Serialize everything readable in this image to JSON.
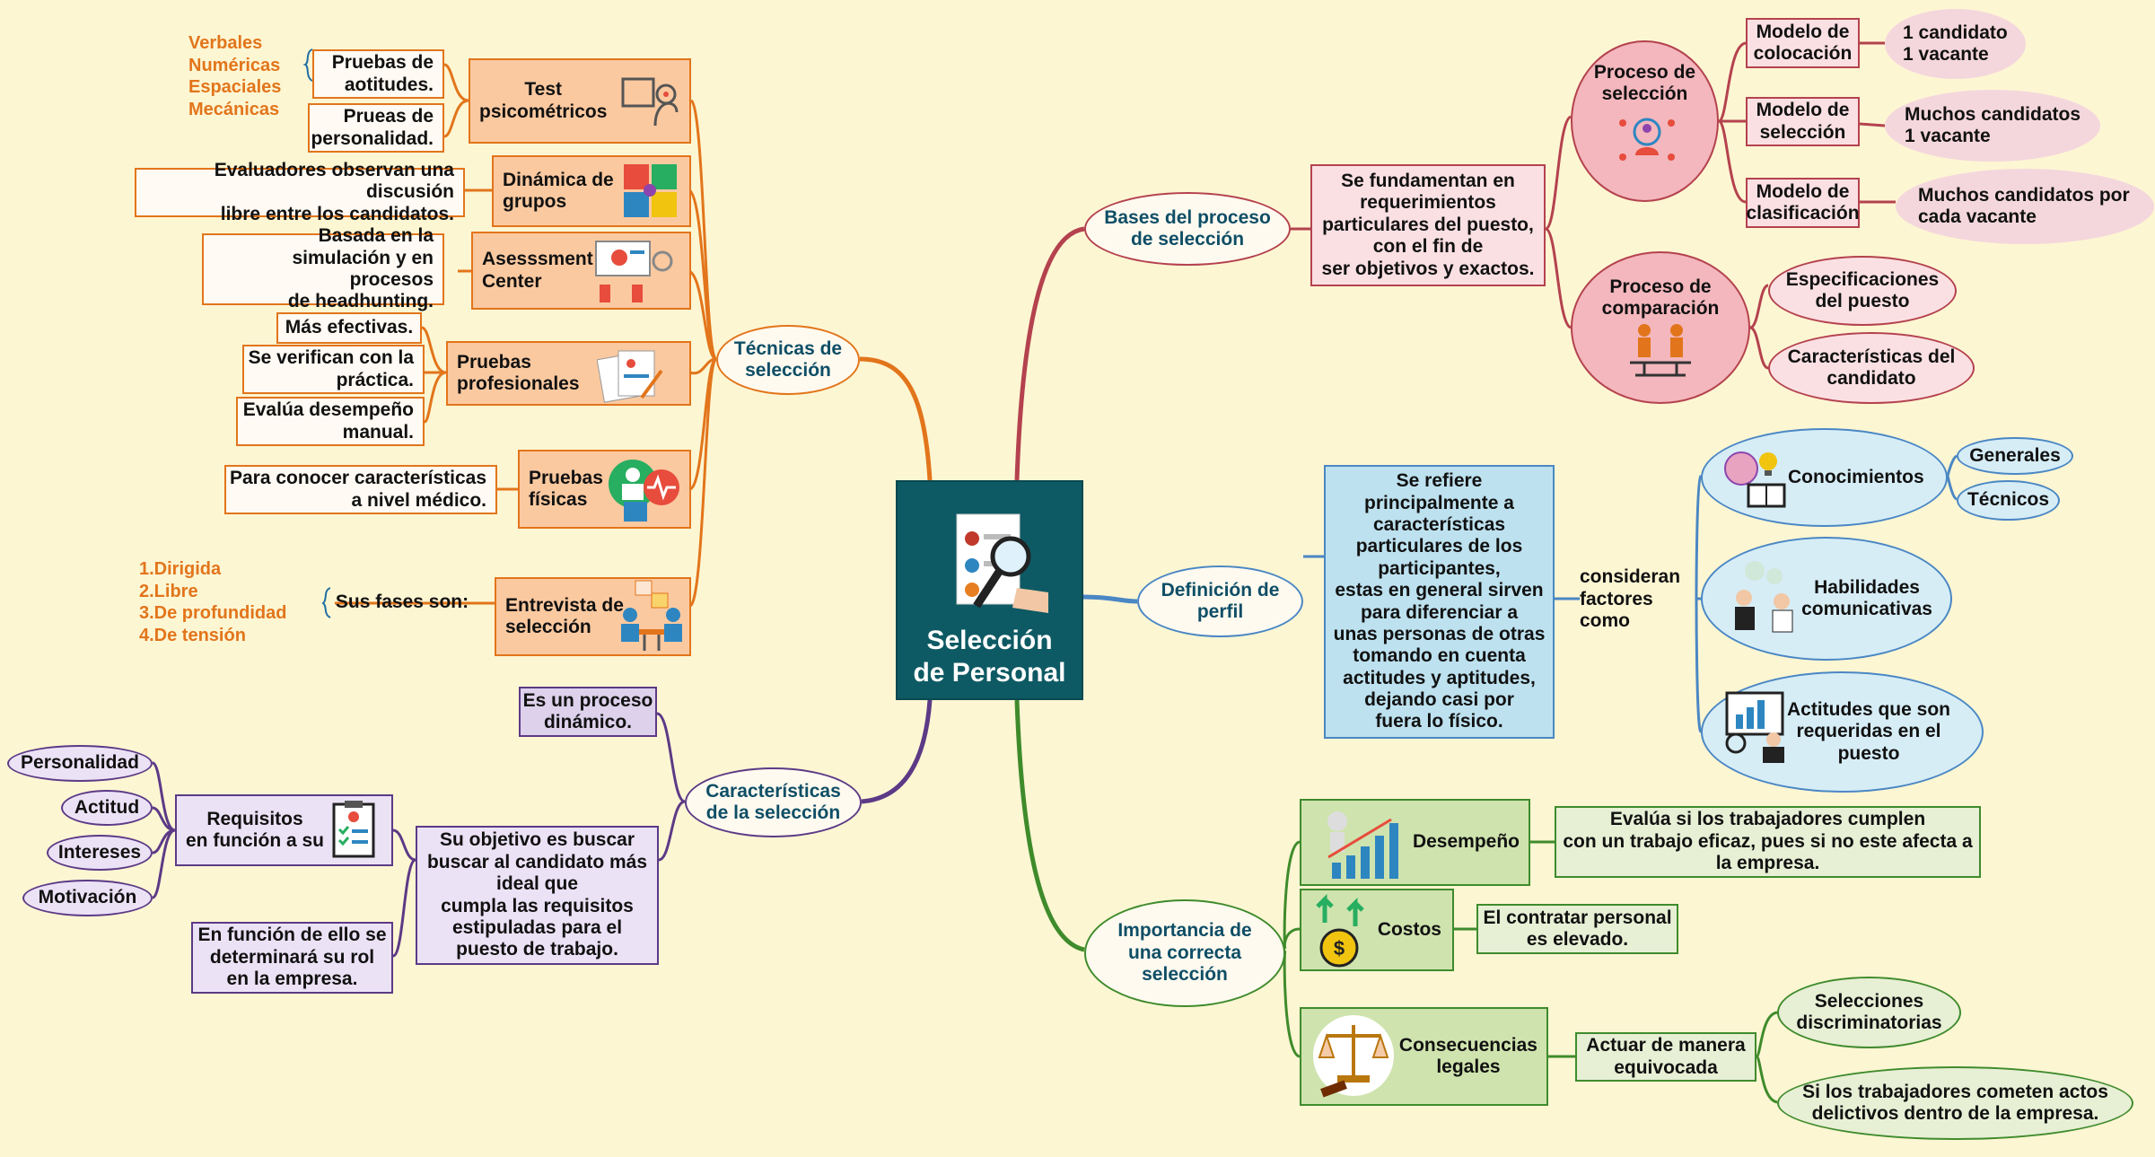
{
  "center": {
    "title": "Selección\nde Personal"
  },
  "tecnicas": {
    "label": "Técnicas de\nselección",
    "test": {
      "label": "Test\npsicométricos",
      "sub1": "Pruebas de\naotitudes.",
      "sub2": "Prueas de\npersonalidad.",
      "kinds": "Verbales\nNuméricas\nEspaciales\nMecánicas"
    },
    "dinamica": {
      "label": "Dinámica de\ngrupos",
      "detail": "Evaluadores observan una discusión\nlibre entre los candidatos."
    },
    "assessment": {
      "label": "Asesssment\nCenter",
      "detail": "Basada en la\nsimulación y en procesos\nde headhunting."
    },
    "profesionales": {
      "label": "Pruebas\nprofesionales",
      "d1": "Más efectivas.",
      "d2": "Se verifican con la\npráctica.",
      "d3": "Evalúa desempeño\nmanual."
    },
    "fisicas": {
      "label": "Pruebas\nfísicas",
      "detail": "Para conocer características\na nivel médico."
    },
    "entrevista": {
      "label": "Entrevista de\nselección",
      "phases": "Sus fases son:",
      "list": "1.Dirigida\n2.Libre\n3.De profundidad\n4.De tensión"
    }
  },
  "caracteristicas": {
    "label": "Características\nde la selección",
    "dinamico": "Es un proceso\ndinámico.",
    "objetivo": "Su objetivo es buscar\nbuscar al candidato más\nideal que\ncumpla las requisitos\nestipuladas para el\npuesto de trabajo.",
    "requisitos": "Requisitos\nen función a su",
    "rol": "En función de ello se\ndeterminará su rol\nen la empresa.",
    "items": [
      "Personalidad",
      "Actitud",
      "Intereses",
      "Motivación"
    ]
  },
  "bases": {
    "label": "Bases del proceso\nde selección",
    "fundamento": "Se fundamentan en\nrequerimientos\nparticulares del puesto,\ncon el fin de\nser objetivos y exactos.",
    "proceso_seleccion": "Proceso de\nselección",
    "proceso_comparacion": "Proceso de\ncomparación",
    "modelos": [
      {
        "name": "Modelo de\ncolocación",
        "desc": "1 candidato\n1 vacante"
      },
      {
        "name": "Modelo de\nselección",
        "desc": "Muchos candidatos\n1 vacante"
      },
      {
        "name": "Modelo de\nclasificación",
        "desc": "Muchos candidatos por\ncada vacante"
      }
    ],
    "especificaciones": "Especificaciones\ndel puesto",
    "caracteristicas_candidato": "Características del\ncandidato"
  },
  "perfil": {
    "label": "Definición de\nperfil",
    "descripcion": "Se refiere\nprincipalmente a\ncaracterísticas\nparticulares de los\nparticipantes,\nestas en general sirven\npara diferenciar a\nunas personas de otras\ntomando en cuenta\nactitudes y aptitudes,\ndejando casi por\nfuera lo físico.",
    "consideran": "consideran\nfactores\ncomo",
    "conocimientos": "Conocimientos",
    "generales": "Generales",
    "tecnicos": "Técnicos",
    "habilidades": "Habilidades\ncomunicativas",
    "actitudes": "Actitudes que son\nrequeridas en el\npuesto"
  },
  "importancia": {
    "label": "Importancia de\nuna correcta\nselección",
    "desempeno": "Desempeño",
    "desempeno_detail": "Evalúa si los trabajadores cumplen\ncon un trabajo eficaz, pues si no este afecta a\nla empresa.",
    "costos": "Costos",
    "costos_detail": "El contratar personal\nes elevado.",
    "consecuencias": "Consecuencias\nlegales",
    "actuar": "Actuar de manera\nequivocada",
    "discriminatorias": "Selecciones\ndiscriminatorias",
    "delictivos": "Si  los trabajadores cometen actos\ndelictivos dentro de la empresa."
  },
  "colors": {
    "orange": "#e2751b",
    "red": "#b4424e",
    "blue": "#4a87c4",
    "green": "#3f8b2c",
    "purple": "#5c3a86",
    "center": "#0e5a64",
    "background": "#fdf6d3"
  }
}
